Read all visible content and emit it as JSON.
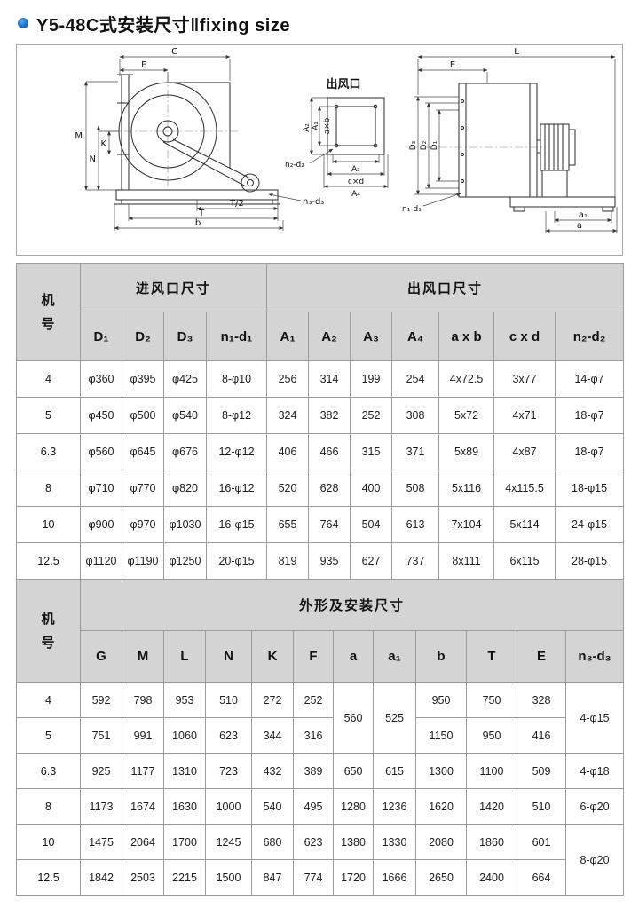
{
  "page": {
    "title_cn": "Y5-48C式安装尺寸",
    "title_divider": "‖",
    "title_en": "fixing size",
    "accent_color": "#1b6fc8",
    "header_bg": "#d4d4d4"
  },
  "diagram": {
    "outlet_label": "出风口",
    "G": "G",
    "F": "F",
    "M": "M",
    "N": "N",
    "K": "K",
    "T2": "T/2",
    "T": "T",
    "b": "b",
    "n3d3": "n₃-d₃",
    "A2": "A₂",
    "A1": "A₁",
    "axb": "a×b",
    "A3": "A₃",
    "cxd": "c×d",
    "A4": "A₄",
    "n2d2": "n₂-d₂",
    "L": "L",
    "E": "E",
    "D3": "D₃",
    "D2": "D₂",
    "D1": "D₁",
    "n1d1": "n₁-d₁",
    "a1": "a₁",
    "a": "a"
  },
  "table1": {
    "corner": "机\n号",
    "group_headers": [
      {
        "label": "进风口尺寸",
        "span": 4
      },
      {
        "label": "出风口尺寸",
        "span": 7
      }
    ],
    "columns": [
      "D₁",
      "D₂",
      "D₃",
      "n₁-d₁",
      "A₁",
      "A₂",
      "A₃",
      "A₄",
      "a x b",
      "c x d",
      "n₂-d₂"
    ],
    "rows": [
      {
        "model": "4",
        "cells": [
          "φ360",
          "φ395",
          "φ425",
          "8-φ10",
          "256",
          "314",
          "199",
          "254",
          "4x72.5",
          "3x77",
          "14-φ7"
        ]
      },
      {
        "model": "5",
        "cells": [
          "φ450",
          "φ500",
          "φ540",
          "8-φ12",
          "324",
          "382",
          "252",
          "308",
          "5x72",
          "4x71",
          "18-φ7"
        ]
      },
      {
        "model": "6.3",
        "cells": [
          "φ560",
          "φ645",
          "φ676",
          "12-φ12",
          "406",
          "466",
          "315",
          "371",
          "5x89",
          "4x87",
          "18-φ7"
        ]
      },
      {
        "model": "8",
        "cells": [
          "φ710",
          "φ770",
          "φ820",
          "16-φ12",
          "520",
          "628",
          "400",
          "508",
          "5x116",
          "4x115.5",
          "18-φ15"
        ]
      },
      {
        "model": "10",
        "cells": [
          "φ900",
          "φ970",
          "φ1030",
          "16-φ15",
          "655",
          "764",
          "504",
          "613",
          "7x104",
          "5x114",
          "24-φ15"
        ]
      },
      {
        "model": "12.5",
        "cells": [
          "φ1120",
          "φ1190",
          "φ1250",
          "20-φ15",
          "819",
          "935",
          "627",
          "737",
          "8x111",
          "6x115",
          "28-φ15"
        ]
      }
    ]
  },
  "table2": {
    "corner": "机\n号",
    "group_headers": [
      {
        "label": "外形及安装尺寸",
        "span": 12
      }
    ],
    "columns": [
      "G",
      "M",
      "L",
      "N",
      "K",
      "F",
      "a",
      "a₁",
      "b",
      "T",
      "E",
      "n₃-d₃"
    ],
    "rows": [
      {
        "model": "4",
        "cells": [
          "592",
          "798",
          "953",
          "510",
          "272",
          "252",
          {
            "text": "560",
            "rowspan": 2
          },
          {
            "text": "525",
            "rowspan": 2
          },
          "950",
          "750",
          "328",
          {
            "text": "4-φ15",
            "rowspan": 2
          }
        ]
      },
      {
        "model": "5",
        "cells": [
          "751",
          "991",
          "1060",
          "623",
          "344",
          "316",
          null,
          null,
          "1150",
          "950",
          "416",
          null
        ]
      },
      {
        "model": "6.3",
        "cells": [
          "925",
          "1177",
          "1310",
          "723",
          "432",
          "389",
          "650",
          "615",
          "1300",
          "1100",
          "509",
          "4-φ18"
        ]
      },
      {
        "model": "8",
        "cells": [
          "1173",
          "1674",
          "1630",
          "1000",
          "540",
          "495",
          "1280",
          "1236",
          "1620",
          "1420",
          "510",
          "6-φ20"
        ]
      },
      {
        "model": "10",
        "cells": [
          "1475",
          "2064",
          "1700",
          "1245",
          "680",
          "623",
          "1380",
          "1330",
          "2080",
          "1860",
          "601",
          {
            "text": "8-φ20",
            "rowspan": 2
          }
        ]
      },
      {
        "model": "12.5",
        "cells": [
          "1842",
          "2503",
          "2215",
          "1500",
          "847",
          "774",
          "1720",
          "1666",
          "2650",
          "2400",
          "664",
          null
        ]
      }
    ]
  }
}
